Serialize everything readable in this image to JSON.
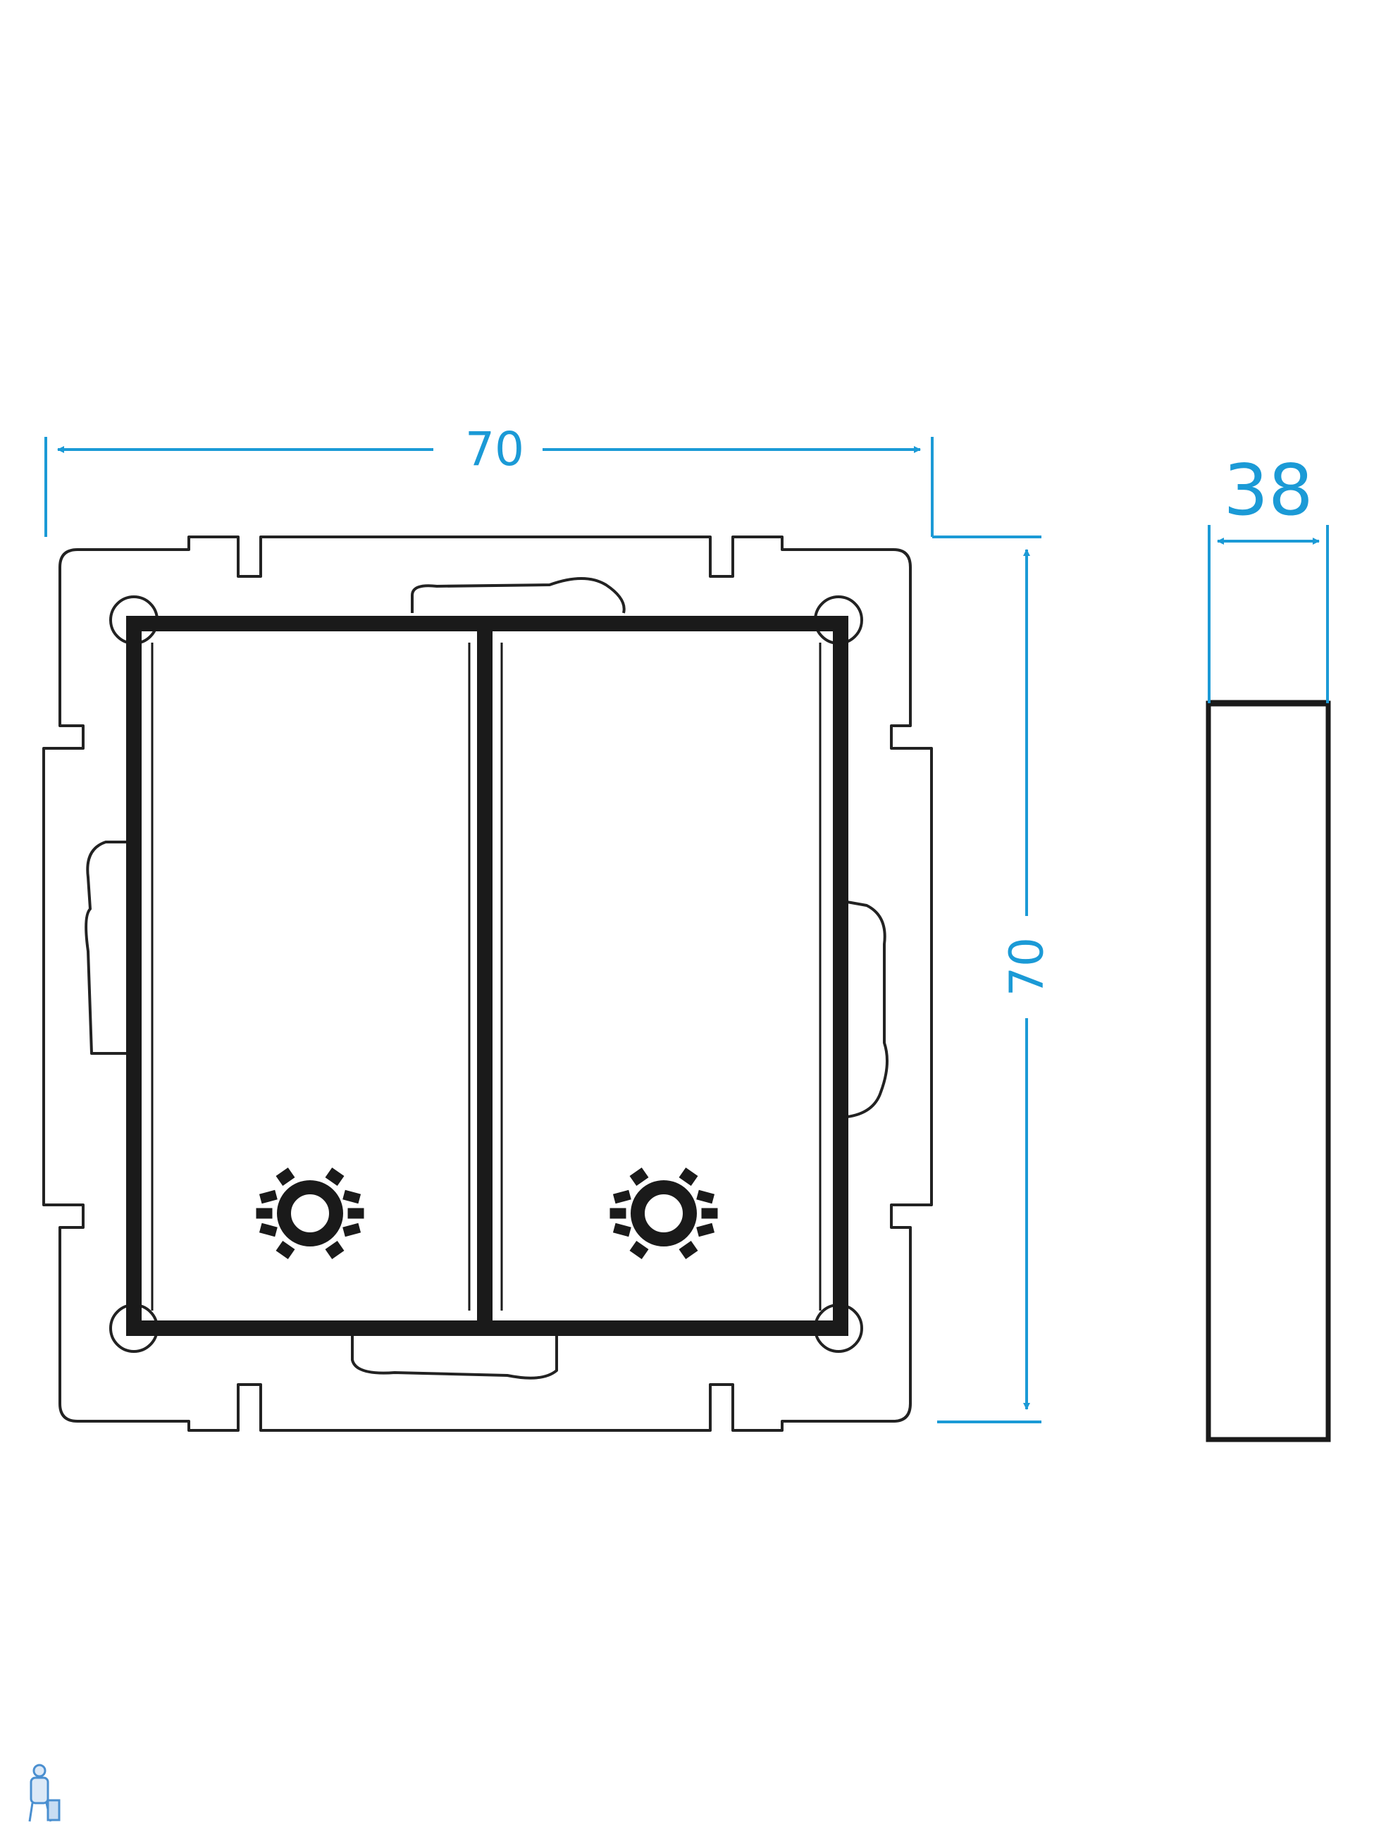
{
  "diagram": {
    "dimensions": {
      "width_label": "70",
      "height_label": "70",
      "depth_label": "38"
    },
    "colors": {
      "dimension": "#1b9ad6",
      "outline": "#1a1a1a",
      "frame": "#222222"
    },
    "icons": {
      "left_key": "light-bulb-icon",
      "right_key": "light-bulb-icon",
      "corner_logo": "worker-logo-icon"
    }
  }
}
